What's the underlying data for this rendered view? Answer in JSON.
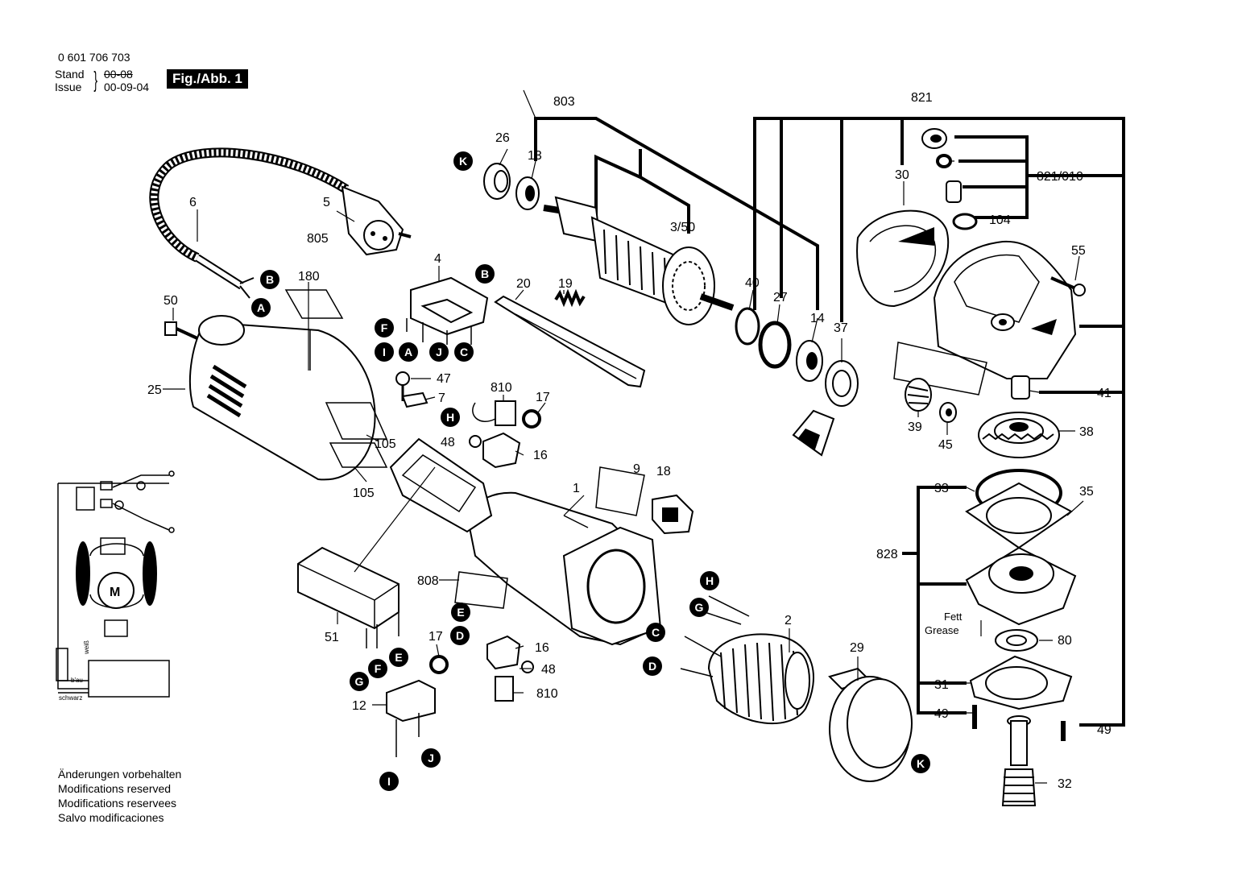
{
  "header": {
    "part_number": "0 601 706 703",
    "stand_label": "Stand",
    "stand_value": "00-08",
    "issue_label": "Issue",
    "issue_value": "00-09-04",
    "figure_label": "Fig./Abb. 1"
  },
  "footer_notes": [
    "Änderungen vorbehalten",
    "Modifications reserved",
    "Modifications reservees",
    "Salvo modificaciones"
  ],
  "grease_label": [
    "Fett",
    "Grease"
  ],
  "wiring": {
    "motor_label": "M",
    "wire_labels": [
      "b'au",
      "schwarz",
      "weiß"
    ]
  },
  "part_numbers": [
    "803",
    "821",
    "26",
    "13",
    "3/50",
    "30",
    "821/010",
    "104",
    "55",
    "6",
    "5",
    "805",
    "180",
    "4",
    "20",
    "19",
    "40",
    "27",
    "14",
    "37",
    "50",
    "25",
    "47",
    "7",
    "810",
    "17",
    "105",
    "48",
    "16",
    "105",
    "9",
    "18",
    "1",
    "41",
    "39",
    "45",
    "38",
    "33",
    "35",
    "828",
    "808",
    "51",
    "17",
    "16",
    "48",
    "810",
    "2",
    "29",
    "80",
    "31",
    "49",
    "49",
    "12",
    "32"
  ],
  "connector_letters": [
    "K",
    "B",
    "A",
    "B",
    "F",
    "I",
    "A",
    "J",
    "C",
    "H",
    "H",
    "G",
    "C",
    "D",
    "E",
    "D",
    "G",
    "F",
    "E",
    "I",
    "J",
    "K"
  ]
}
